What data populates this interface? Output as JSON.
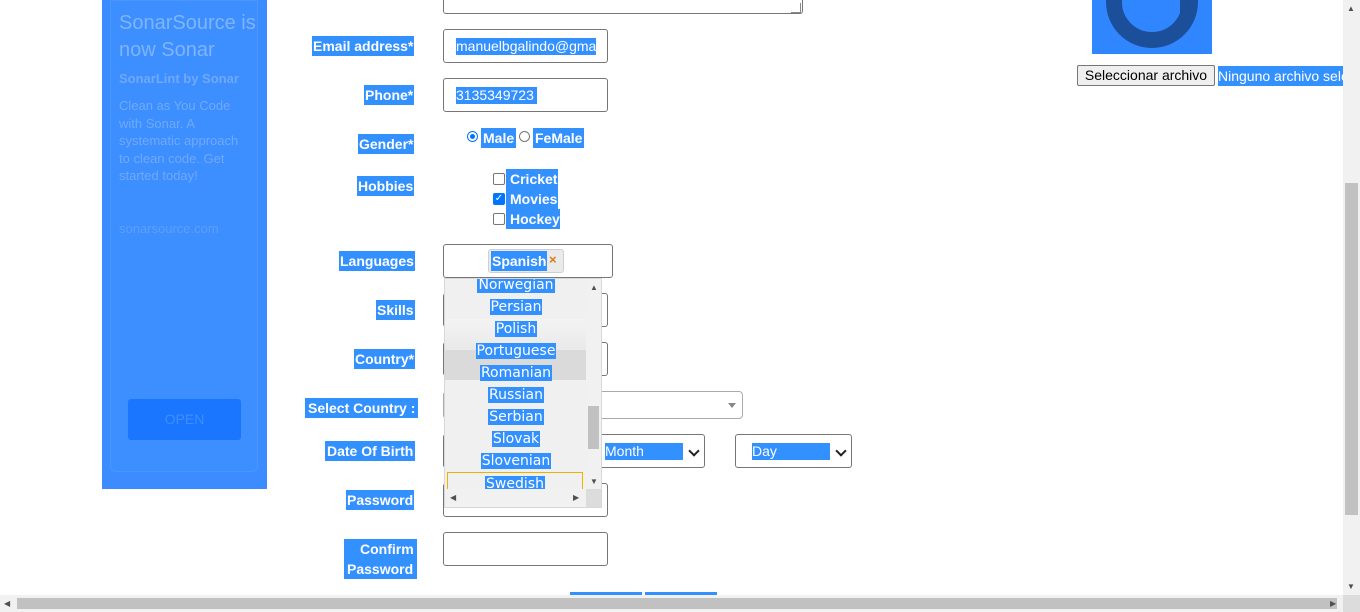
{
  "ad": {
    "title": "SonarSource is now Sonar",
    "subtitle": "SonarLint by Sonar",
    "body": "Clean as You Code with Sonar. A systematic approach to clean code. Get started today!",
    "link": "sonarsource.com",
    "button": "OPEN"
  },
  "form": {
    "email_label": "Email address*",
    "email_value": "manuelbgalindo@gma",
    "phone_label": "Phone*",
    "phone_value": "3135349723",
    "gender_label": "Gender*",
    "gender_options": [
      "Male",
      "FeMale"
    ],
    "gender_selected": "Male",
    "hobbies_label": "Hobbies",
    "hobbies": [
      {
        "label": "Cricket",
        "checked": false
      },
      {
        "label": "Movies",
        "checked": true
      },
      {
        "label": "Hockey",
        "checked": false
      }
    ],
    "languages_label": "Languages",
    "languages_selected_tag": "Spanish",
    "languages_tag_remove": "×",
    "skills_label": "Skills",
    "country_label": "Country*",
    "select_country_label": "Select Country :",
    "dob_label": "Date Of Birth",
    "dob_month": "Month",
    "dob_day": "Day",
    "password_label": "Password",
    "confirm_password_label_1": "Confirm",
    "confirm_password_label_2": "Password"
  },
  "language_dropdown": {
    "options": [
      "Norwegian",
      "Persian",
      "Polish",
      "Portuguese",
      "Romanian",
      "Russian",
      "Serbian",
      "Slovak",
      "Slovenian",
      "Swedish"
    ],
    "highlighted": "Swedish"
  },
  "file_upload": {
    "button": "Seleccionar archivo",
    "status": "Ninguno archivo sele"
  },
  "colors": {
    "selection": "#3390ff",
    "ad_background": "#3c8cff",
    "accent": "#0075ff"
  }
}
